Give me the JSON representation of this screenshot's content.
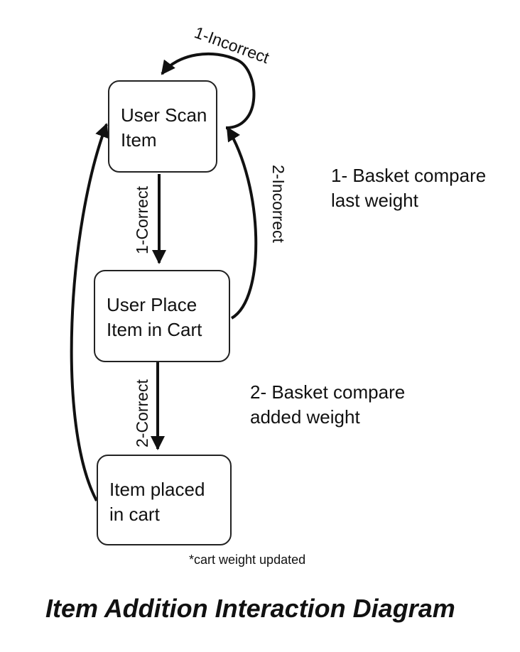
{
  "nodes": {
    "scan": {
      "line1": "User Scan",
      "line2": "Item"
    },
    "place": {
      "line1": "User Place",
      "line2": "Item in Cart"
    },
    "placed": {
      "line1": "Item placed",
      "line2": "in cart"
    }
  },
  "edges": {
    "loop_incorrect_1": "1-Incorrect",
    "correct_1": "1-Correct",
    "incorrect_2": "2-Incorrect",
    "correct_2": "2-Correct"
  },
  "notes": {
    "note1": {
      "line1": "1- Basket compare",
      "line2": "last weight"
    },
    "note2": {
      "line1": "2- Basket compare",
      "line2": "added weight"
    },
    "footnote": "*cart weight updated"
  },
  "title": "Item Addition Interaction Diagram"
}
